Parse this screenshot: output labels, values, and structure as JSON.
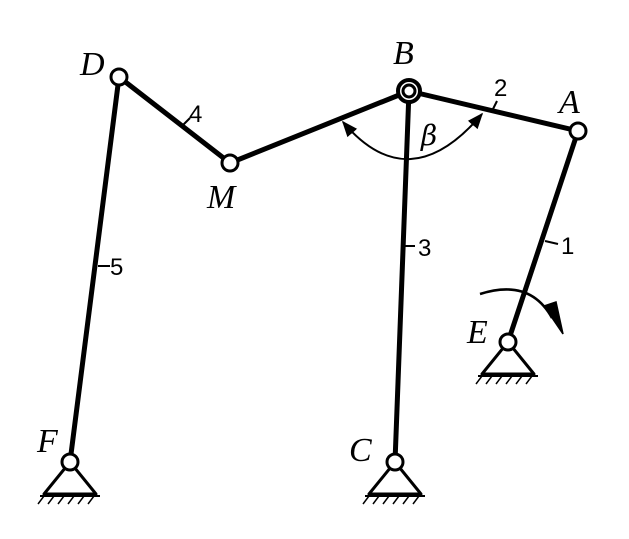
{
  "diagram": {
    "points": {
      "A": "A",
      "B": "B",
      "C": "C",
      "D": "D",
      "E": "E",
      "F": "F",
      "M": "M"
    },
    "links": {
      "l1": "1",
      "l2": "2",
      "l3": "3",
      "l4": "4",
      "l5": "5"
    },
    "angle": "β"
  }
}
